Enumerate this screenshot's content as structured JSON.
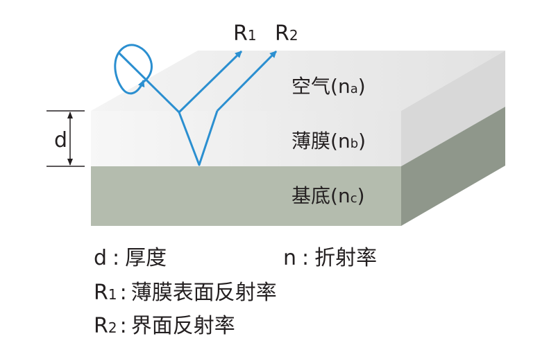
{
  "diagram": {
    "reflections": {
      "r1": {
        "letter": "R",
        "sub": "1"
      },
      "r2": {
        "letter": "R",
        "sub": "2"
      }
    },
    "layers": {
      "air": {
        "name": "空气",
        "open": "(n",
        "sub": "a",
        "close": ")"
      },
      "film": {
        "name": "薄膜",
        "open": "(n",
        "sub": "b",
        "close": ")"
      },
      "substrate": {
        "name": "基底",
        "open": "(n",
        "sub": "c",
        "close": ")"
      }
    },
    "thickness_label": "d",
    "colors": {
      "ray": "#2b8fd0",
      "air_top": "#eeeeee",
      "film_front": "#f2f2f2",
      "substrate_front": "#b4bcae",
      "substrate_side": "#8f978b"
    }
  },
  "legend": {
    "d": {
      "term": "d",
      "sep": ":",
      "desc": "厚度"
    },
    "n": {
      "term": "n",
      "sep": ":",
      "desc": "折射率"
    },
    "r1": {
      "letter": "R",
      "sub": "1",
      "sep": ":",
      "desc": "薄膜表面反射率"
    },
    "r2": {
      "letter": "R",
      "sub": "2",
      "sep": ":",
      "desc": "界面反射率"
    }
  }
}
